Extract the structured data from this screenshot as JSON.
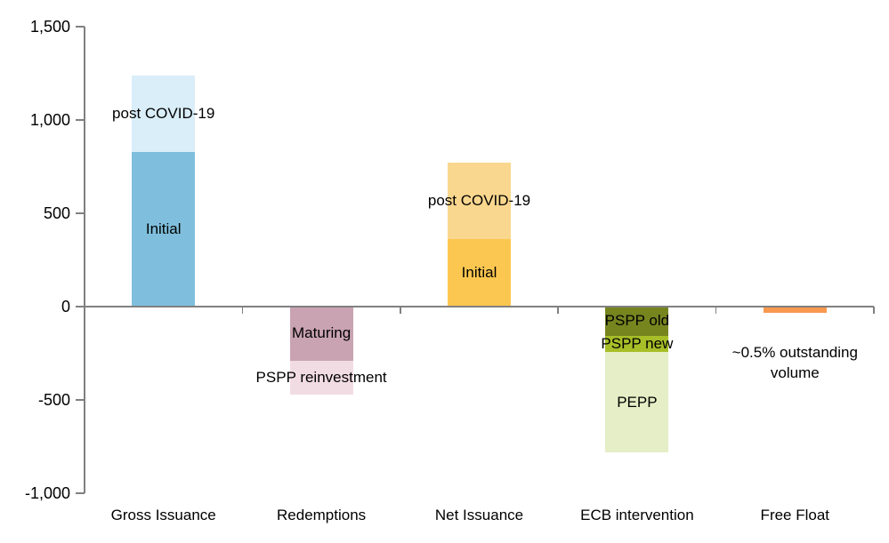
{
  "chart_data": {
    "type": "bar",
    "stacked": true,
    "title": "",
    "xlabel": "",
    "ylabel": "",
    "ylim": [
      -1000,
      1500
    ],
    "grid": false,
    "legend": "none (labels drawn on bars)",
    "yticks": [
      {
        "value": 1500,
        "label": "1,500"
      },
      {
        "value": 1000,
        "label": "1,000"
      },
      {
        "value": 500,
        "label": "500"
      },
      {
        "value": 0,
        "label": "0"
      },
      {
        "value": -500,
        "label": "-500"
      },
      {
        "value": -1000,
        "label": "-1,000"
      }
    ],
    "categories": [
      {
        "name": "Gross Issuance",
        "segments": [
          {
            "label": "Initial",
            "value": 830,
            "color": "#7FBFDD"
          },
          {
            "label": "post COVID-19",
            "value": 410,
            "color": "#D9EEF9"
          }
        ]
      },
      {
        "name": "Redemptions",
        "segments": [
          {
            "label": "Maturing",
            "value": -290,
            "color": "#C9A3B1"
          },
          {
            "label": "PSPP reinvestment",
            "value": -180,
            "color": "#F2DCE3"
          }
        ]
      },
      {
        "name": "Net Issuance",
        "segments": [
          {
            "label": "Initial",
            "value": 360,
            "color": "#FCC750"
          },
          {
            "label": "post COVID-19",
            "value": 410,
            "color": "#FAD78E"
          }
        ]
      },
      {
        "name": "ECB intervention",
        "segments": [
          {
            "label": "PSPP old",
            "value": -155,
            "color": "#77851F"
          },
          {
            "label": "PSPP new",
            "value": -90,
            "color": "#A7BE28"
          },
          {
            "label": "PEPP",
            "value": -535,
            "color": "#E5EEC6"
          }
        ]
      },
      {
        "name": "Free Float",
        "segments": [
          {
            "label": "",
            "value": -35,
            "color": "#F9994F"
          }
        ],
        "annotation": {
          "lines": [
            "~0.5% outstanding",
            "volume"
          ],
          "at_value": -300
        }
      }
    ],
    "axis_color": "#808080"
  }
}
